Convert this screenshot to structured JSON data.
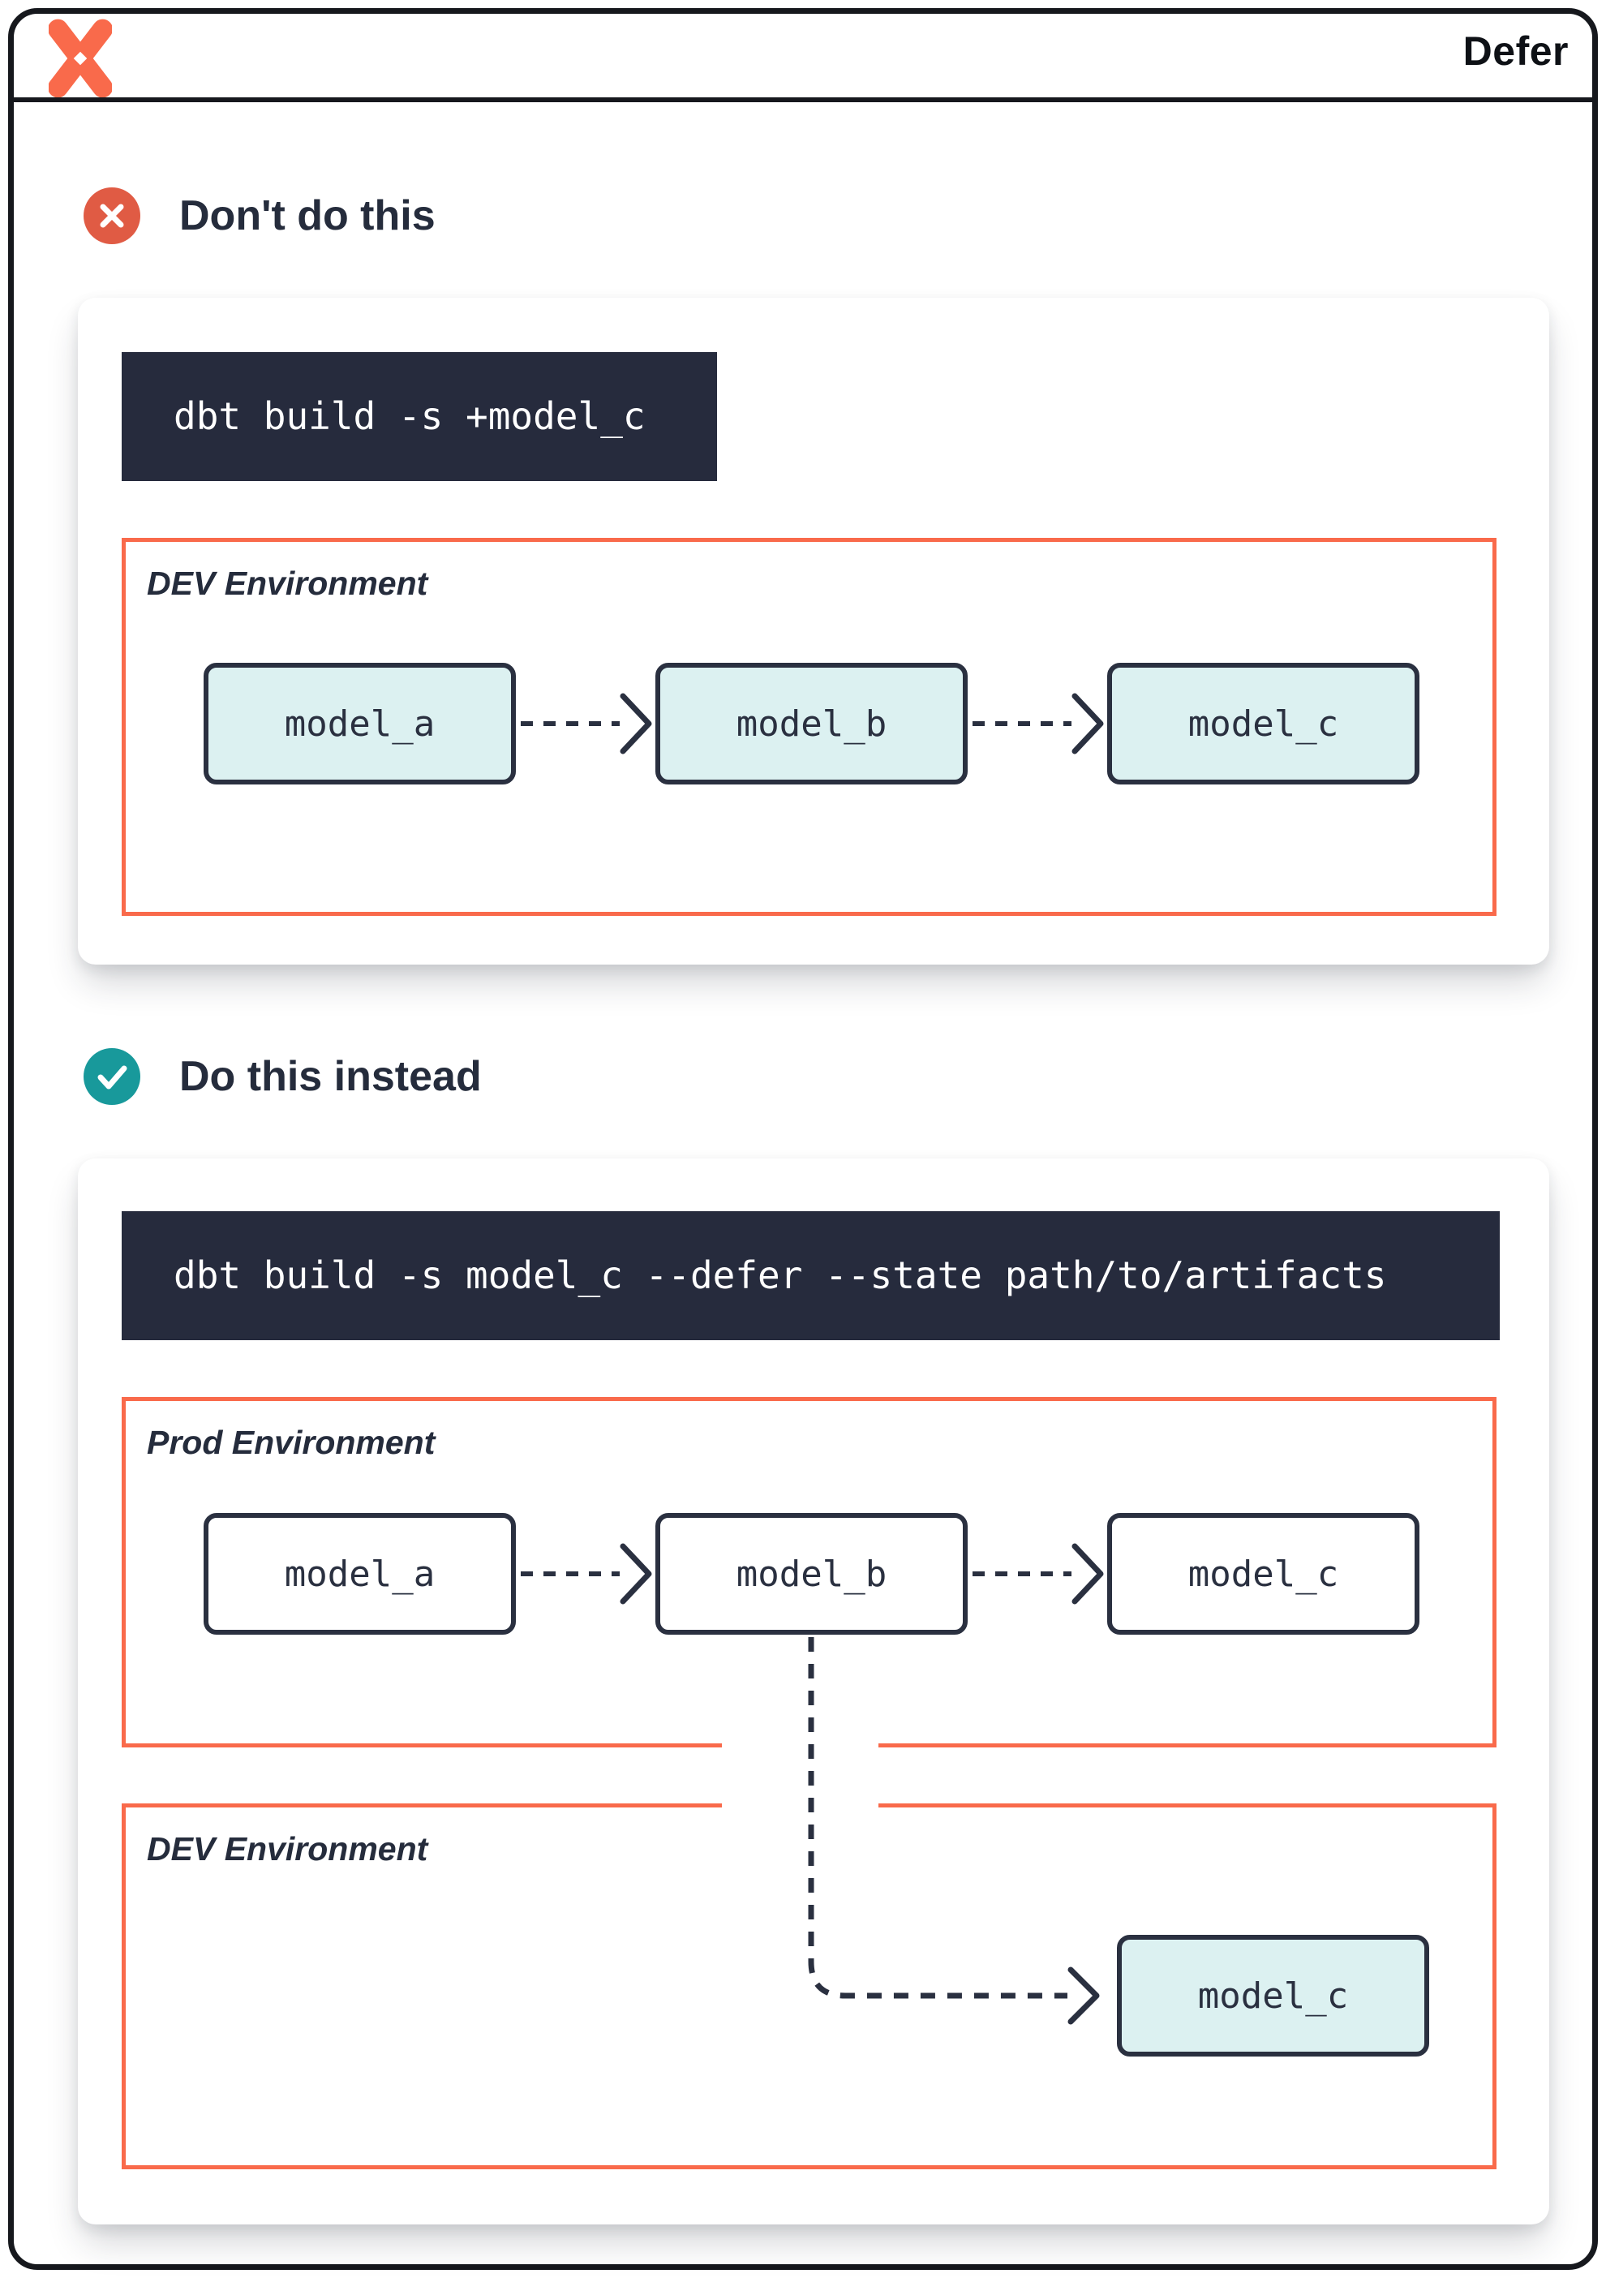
{
  "header": {
    "title": "Defer",
    "logo": "dbt-logo"
  },
  "sections": [
    {
      "tone": "error",
      "icon": "x-circle-icon",
      "heading": "Don't do this",
      "command": "dbt build -s +model_c",
      "environments": [
        {
          "label": "DEV Environment",
          "models": [
            "model_a",
            "model_b",
            "model_c"
          ],
          "model_style": "teal"
        }
      ]
    },
    {
      "tone": "success",
      "icon": "check-circle-icon",
      "heading": "Do this instead",
      "command": "dbt build -s model_c --defer --state path/to/artifacts",
      "environments": [
        {
          "label": "Prod Environment",
          "models": [
            "model_a",
            "model_b",
            "model_c"
          ],
          "model_style": "white"
        },
        {
          "label": "DEV Environment",
          "models": [
            "model_c"
          ],
          "model_style": "teal"
        }
      ]
    }
  ],
  "palette": {
    "coral_border": "#F96A4B",
    "navy": "#2A3040",
    "code_background": "#262B3D",
    "model_teal_fill": "#DCF1F1",
    "error_red": "#E05B44",
    "success_teal": "#18999B",
    "frame_black": "#16181D"
  }
}
